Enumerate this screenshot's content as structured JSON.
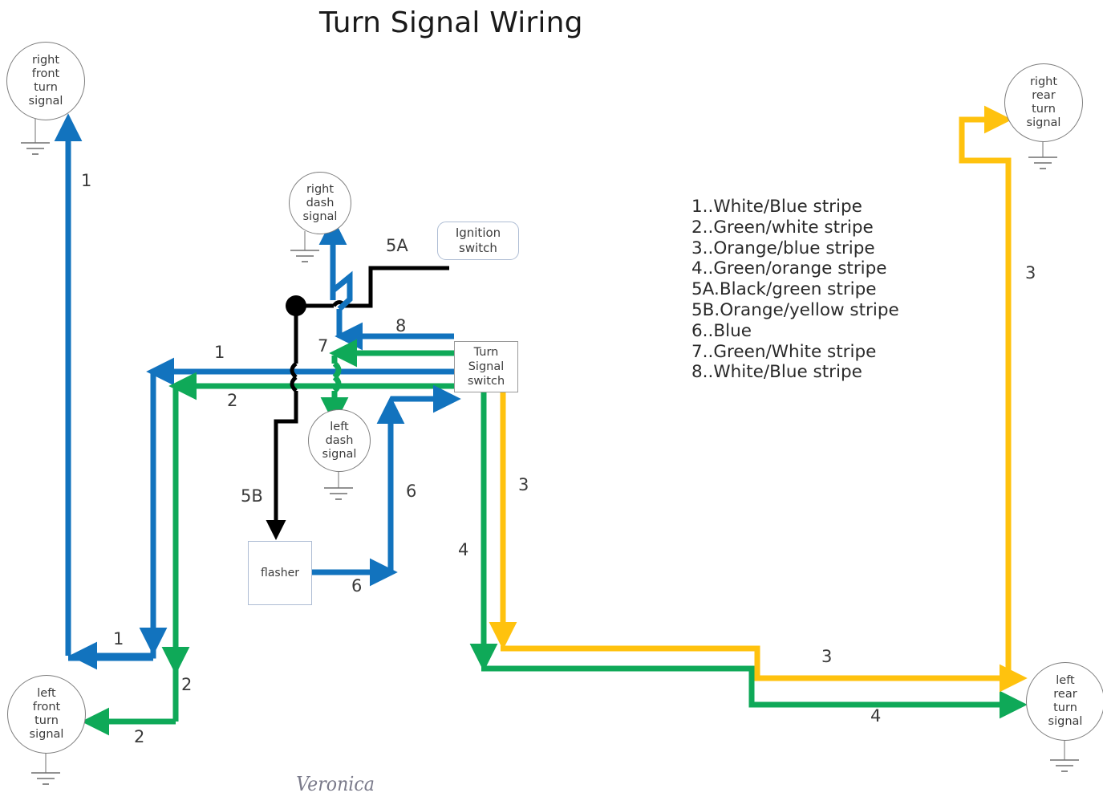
{
  "title": "Turn Signal Wiring",
  "signature": "Veronica",
  "colors": {
    "blue": "#1273be",
    "green": "#0fa958",
    "orange": "#ffc20e",
    "black": "#000000",
    "node_stroke": "#7d7d7d",
    "box_stroke": "#aebdd4",
    "text": "#3c3c3c"
  },
  "nodes": [
    {
      "name": "right-front-turn-signal",
      "lines": [
        "right",
        "front",
        "turn",
        "signal"
      ]
    },
    {
      "name": "right-rear-turn-signal",
      "lines": [
        "right",
        "rear",
        "turn",
        "signal"
      ]
    },
    {
      "name": "right-dash-signal",
      "lines": [
        "right",
        "dash",
        "signal"
      ]
    },
    {
      "name": "left-dash-signal",
      "lines": [
        "left",
        "dash",
        "signal"
      ]
    },
    {
      "name": "left-front-turn-signal",
      "lines": [
        "left",
        "front",
        "turn",
        "signal"
      ]
    },
    {
      "name": "left-rear-turn-signal",
      "lines": [
        "left",
        "rear",
        "turn",
        "signal"
      ]
    }
  ],
  "boxes": {
    "ignition_switch": [
      "Ignition",
      "switch"
    ],
    "turn_signal_switch": [
      "Turn",
      "Signal",
      "switch"
    ],
    "flasher": [
      "flasher"
    ]
  },
  "wire_labels": [
    {
      "id": "l-1-top",
      "text": "1"
    },
    {
      "id": "l-1-mid",
      "text": "1"
    },
    {
      "id": "l-1-bot",
      "text": "1"
    },
    {
      "id": "l-2-mid",
      "text": "2"
    },
    {
      "id": "l-2-right",
      "text": "2"
    },
    {
      "id": "l-2-bot",
      "text": "2"
    },
    {
      "id": "l-3-right",
      "text": "3"
    },
    {
      "id": "l-3-mid",
      "text": "3"
    },
    {
      "id": "l-3-bot",
      "text": "3"
    },
    {
      "id": "l-4-mid",
      "text": "4"
    },
    {
      "id": "l-4-bot",
      "text": "4"
    },
    {
      "id": "l-5a",
      "text": "5A"
    },
    {
      "id": "l-5b",
      "text": "5B"
    },
    {
      "id": "l-6-vert",
      "text": "6"
    },
    {
      "id": "l-6-bot",
      "text": "6"
    },
    {
      "id": "l-7",
      "text": "7"
    },
    {
      "id": "l-8",
      "text": "8"
    }
  ],
  "legend": [
    "1..White/Blue stripe",
    "2..Green/white stripe",
    "3..Orange/blue stripe",
    "4..Green/orange stripe",
    "5A.Black/green stripe",
    "5B.Orange/yellow stripe",
    "6..Blue",
    "7..Green/White stripe",
    "8..White/Blue stripe"
  ]
}
